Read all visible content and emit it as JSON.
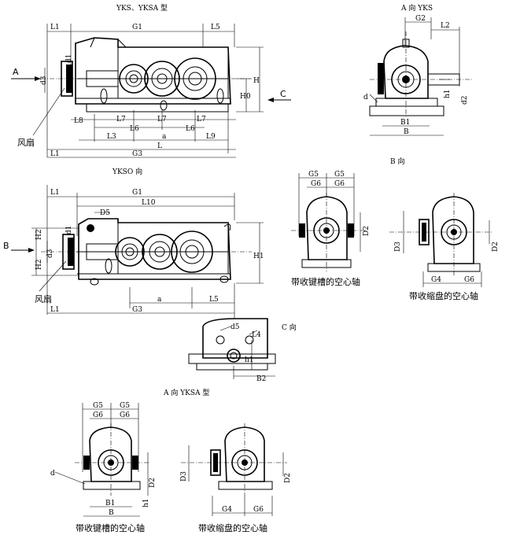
{
  "captions": {
    "yks_title": "YKS、YKSA 型",
    "a_view_yks": "A 向 YKS",
    "ykso_view": "YKSO 向",
    "b_view": "B 向",
    "c_view": "C 向",
    "a_view_yksa": "A 向 YKSA 型",
    "keyed_hollow_shaft": "带收键槽的空心轴",
    "shrink_disc_hollow_shaft": "带收缩盘的空心轴",
    "fan": "风扇"
  },
  "arrows": {
    "a": "A",
    "b": "B",
    "c": "C"
  },
  "dims": {
    "L1": "L1",
    "G1": "G1",
    "L5": "L5",
    "G2": "G2",
    "L2": "L2",
    "d1": "d1",
    "d3": "d3",
    "d2": "d2",
    "d": "d",
    "H": "H",
    "H0": "H0",
    "H1": "H1",
    "H2": "H2",
    "h1": "h1",
    "L6": "L6",
    "L7": "L7",
    "L8": "L8",
    "L9": "L9",
    "L3": "L3",
    "L": "L",
    "L10": "L10",
    "a": "a",
    "G3": "G3",
    "B1": "B1",
    "B": "B",
    "D5": "D5",
    "D2": "D2",
    "D3": "D3",
    "G4": "G4",
    "G5": "G5",
    "G6": "G6",
    "B2": "B2",
    "d5": "d5",
    "L4": "L4"
  }
}
